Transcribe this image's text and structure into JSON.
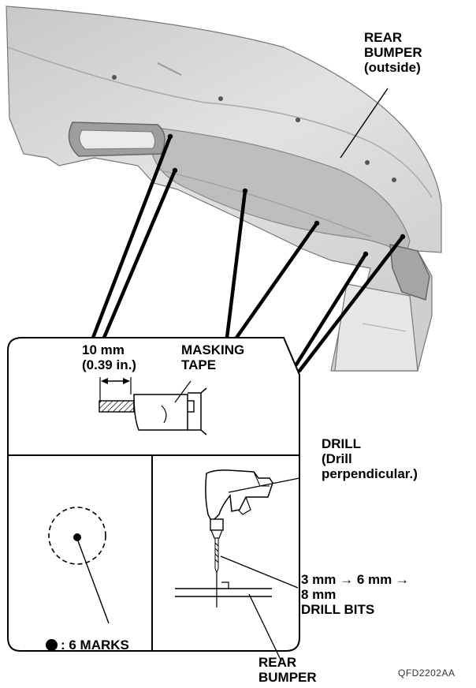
{
  "labels": {
    "rear_bumper_outside": [
      "REAR",
      "BUMPER",
      "(outside)"
    ],
    "dimension": [
      "10 mm",
      "(0.39 in.)"
    ],
    "masking_tape": [
      "MASKING",
      "TAPE"
    ],
    "drill": [
      "DRILL",
      "(Drill",
      "perpendicular.)"
    ],
    "drill_bits": [
      "3 mm → 6 mm →",
      "8 mm",
      "DRILL BITS"
    ],
    "marks": ": 6 MARKS",
    "rear_bumper": [
      "REAR",
      "BUMPER"
    ],
    "figure_code": "QFD2202AA"
  },
  "icons": [
    "mark-dot-icon",
    "drill-icon",
    "drill-bit-icon",
    "masking-tape-icon"
  ],
  "colors": {
    "bumper_fill": "#d9d9d9",
    "line": "#000000"
  }
}
